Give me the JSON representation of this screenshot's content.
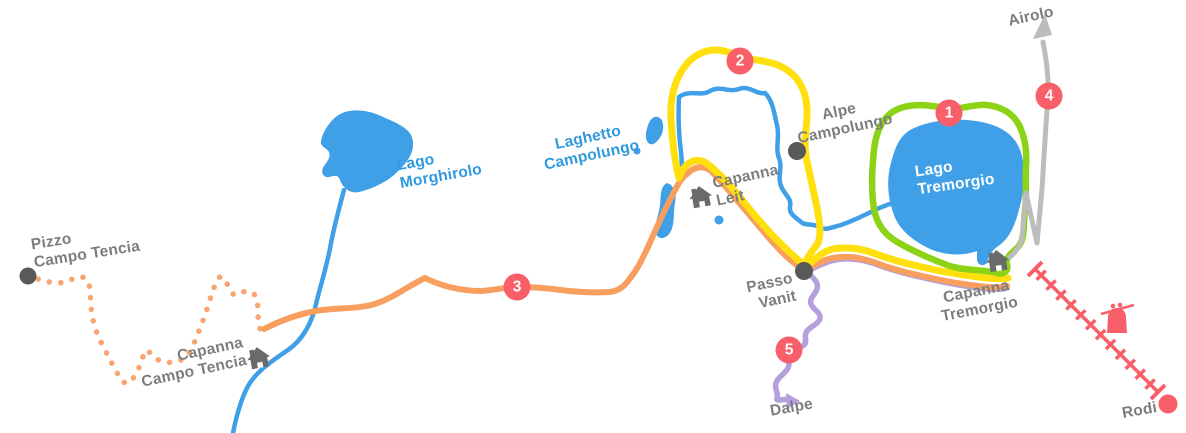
{
  "map": {
    "water_labels": {
      "lago_morghirolo": {
        "line1": "Lago",
        "line2": "Morghirolo"
      },
      "laghetto_campolungo": {
        "line1": "Laghetto",
        "line2": "Campolungo"
      },
      "lago_tremorgio": {
        "line1": "Lago",
        "line2": "Tremorgio"
      }
    },
    "place_labels": {
      "pizzo_campo_tencia": {
        "line1": "Pizzo",
        "line2": "Campo Tencia"
      },
      "capanna_campo_tencia": {
        "line1": "Capanna",
        "line2": "Campo Tencia"
      },
      "alpe_campolungo": {
        "line1": "Alpe",
        "line2": "Campolungo"
      },
      "capanna_leit": {
        "line1": "Capanna",
        "line2": "Leit"
      },
      "passo_vanit": {
        "line1": "Passo",
        "line2": "Vanit"
      },
      "capanna_tremorgio": {
        "line1": "Capanna",
        "line2": "Tremorgio"
      },
      "airolo": {
        "line1": "Airolo"
      },
      "rodi": {
        "line1": "Rodi"
      },
      "dalpe": {
        "line1": "Dalpe"
      }
    },
    "route_badges": [
      {
        "number": "1"
      },
      {
        "number": "2"
      },
      {
        "number": "3"
      },
      {
        "number": "4"
      },
      {
        "number": "5"
      }
    ],
    "icons": {
      "hut": "hut-icon",
      "gondola": "gondola-icon",
      "peak": "peak-marker",
      "pass": "pass-marker"
    },
    "colors": {
      "water": "#3fa0e8",
      "water-label": "#2f99de",
      "lake-label": "#ffffff",
      "label-gray": "#7d7d7d",
      "marker-gray": "#595959",
      "building-gray": "#6a6a6a",
      "route-yellow": "#ffdf0d",
      "route-orange": "#f89e5f",
      "route-orange-dotted": "#f9a571",
      "route-green": "#8cd316",
      "route-purple": "#b4a0dc",
      "route-gray": "#bcbcbc",
      "badge-red": "#f85f68",
      "funicular-red": "#f85f68"
    }
  }
}
